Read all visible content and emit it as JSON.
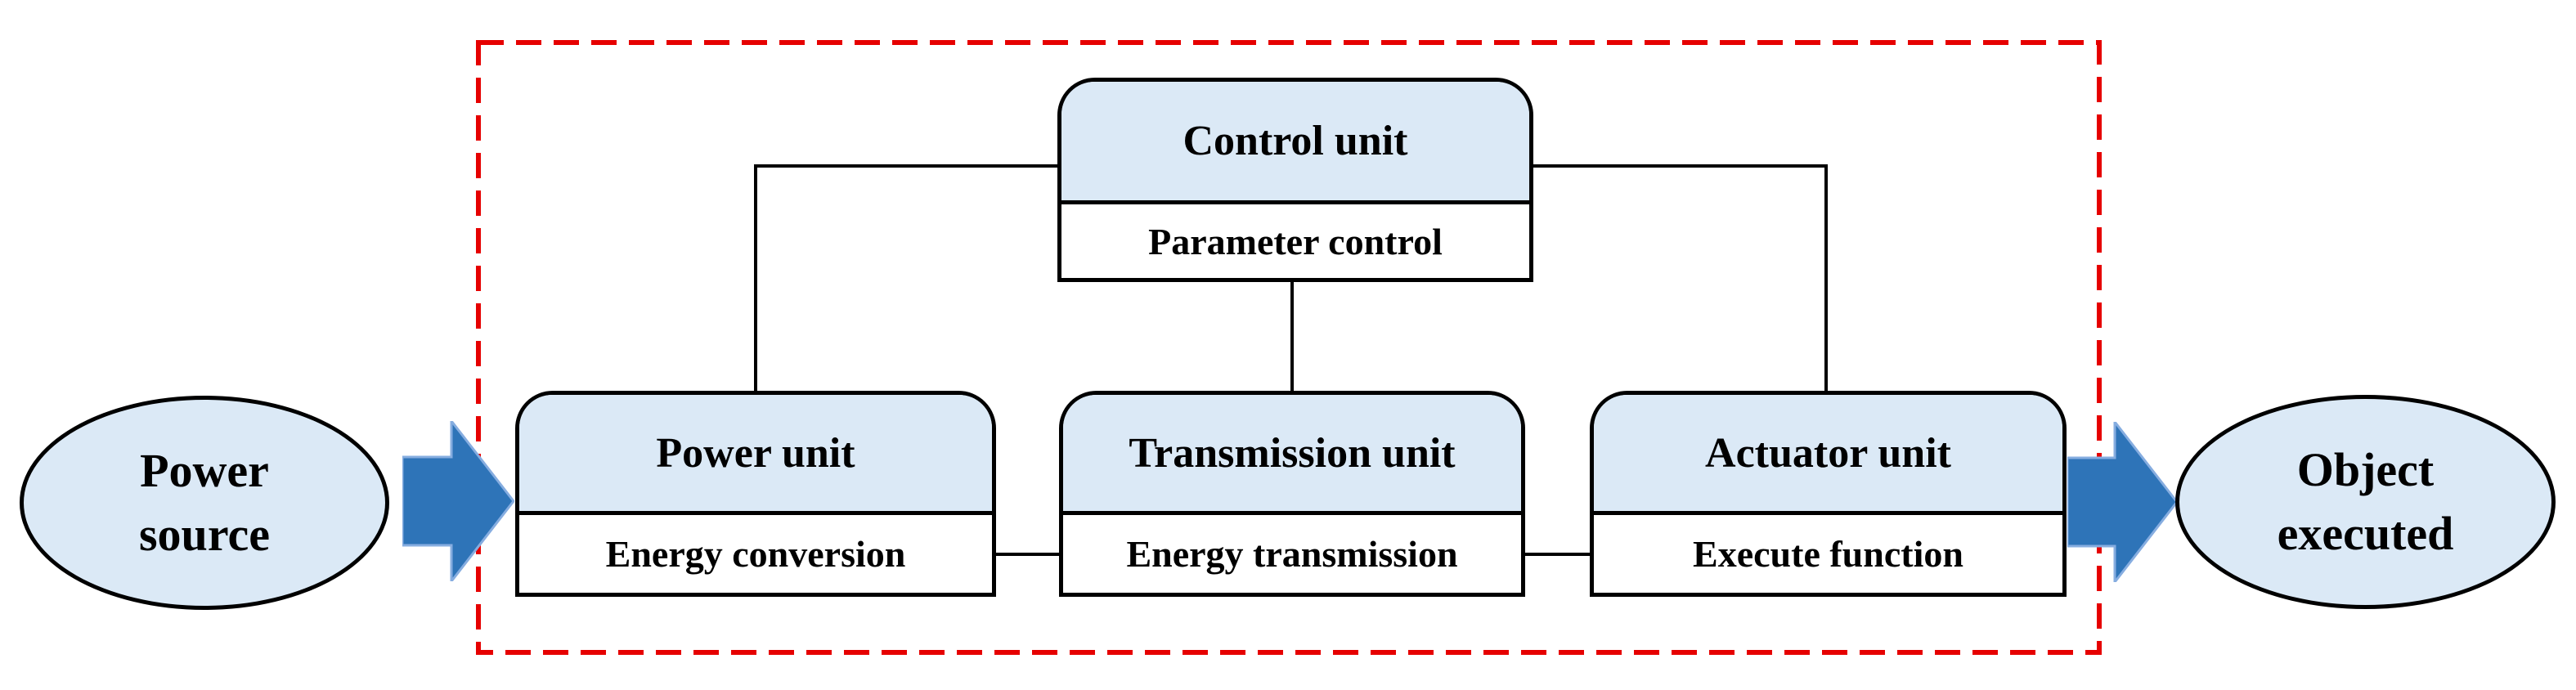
{
  "colors": {
    "box_fill_blue": "#dbe9f6",
    "arrow_blue": "#2e74b8",
    "arrow_edge_blue": "#86ade0",
    "boundary_red": "#e60000",
    "line_black": "#000000"
  },
  "ellipses": {
    "power_source": {
      "line1": "Power",
      "line2": "source"
    },
    "object_executed": {
      "line1": "Object",
      "line2": "executed"
    }
  },
  "units": {
    "control": {
      "title": "Control unit",
      "subtitle": "Parameter control"
    },
    "power": {
      "title": "Power unit",
      "subtitle": "Energy conversion"
    },
    "transmission": {
      "title": "Transmission unit",
      "subtitle": "Energy transmission"
    },
    "actuator": {
      "title": "Actuator unit",
      "subtitle": "Execute function"
    }
  }
}
